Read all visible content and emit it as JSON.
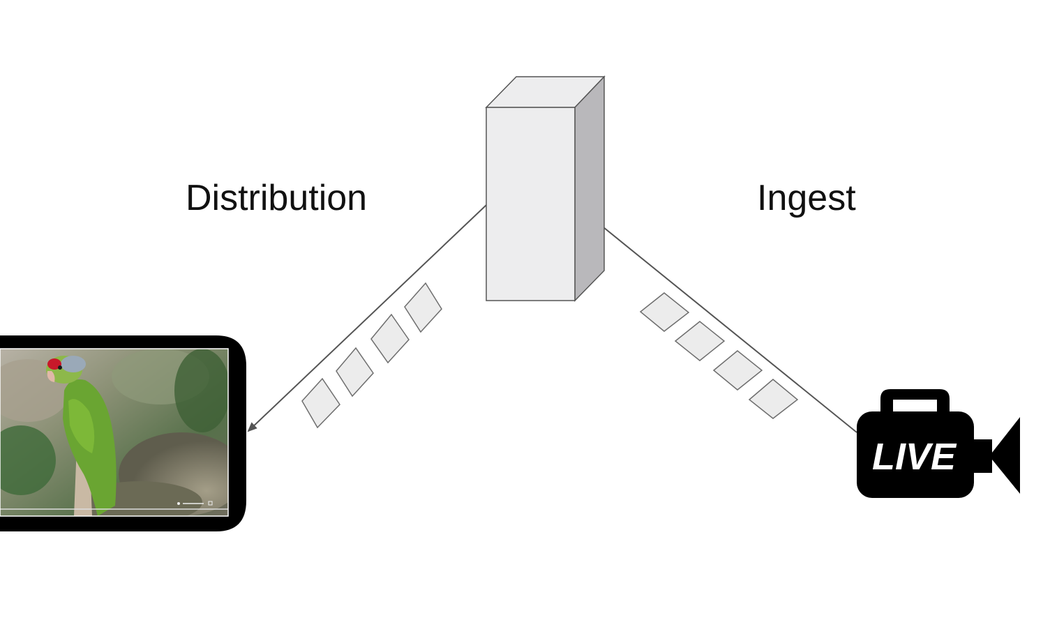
{
  "labels": {
    "distribution": "Distribution",
    "ingest": "Ingest"
  },
  "camera": {
    "badge_text": "LIVE",
    "icon": "video-camera-icon"
  },
  "server": {
    "icon": "server-box-icon"
  },
  "device": {
    "icon": "smartphone-icon",
    "screen_content": "parrot-video-frame"
  },
  "packets": {
    "distribution_count": 4,
    "ingest_count": 4
  },
  "colors": {
    "line": "#555555",
    "box_front": "#ededee",
    "box_top": "#ededee",
    "box_side": "#b9b8bb",
    "packet_fill": "#ececec",
    "packet_stroke": "#6e6e6e",
    "device_frame": "#000000"
  }
}
